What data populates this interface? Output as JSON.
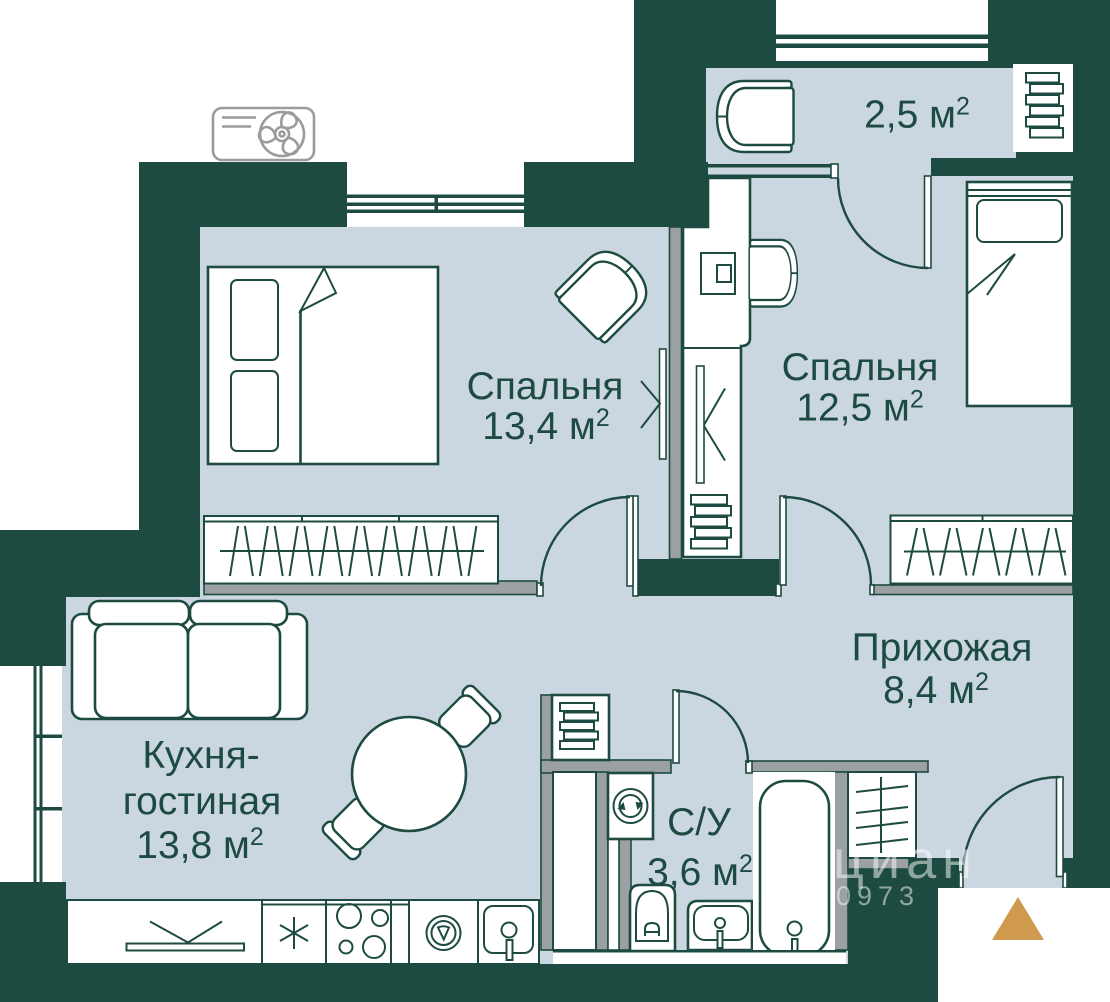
{
  "colors": {
    "wall": "#1d4b41",
    "floor": "#cad6e0",
    "partition": "#9ba0a2",
    "furniture": "#ffffff",
    "triangle": "#cf9a4d",
    "ac_icon": "#9b9b9b",
    "watermark": "#ffffff"
  },
  "rooms": {
    "bedroom1": {
      "name": "Спальня",
      "area": "13,4 м²"
    },
    "bedroom2": {
      "name": "Спальня",
      "area": "12,5 м²"
    },
    "balcony": {
      "area": "2,5 м²"
    },
    "hallway": {
      "name": "Прихожая",
      "area": "8,4 м²"
    },
    "kitchen": {
      "name_line1": "Кухня-",
      "name_line2": "гостиная",
      "area": "13,8 м²"
    },
    "bathroom": {
      "name": "С/У",
      "area": "3,6 м²"
    }
  },
  "watermark": {
    "brand": "циан",
    "id_digits": "0973"
  }
}
